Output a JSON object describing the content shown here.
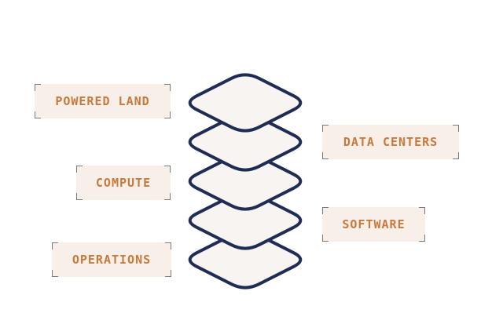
{
  "diagram": {
    "layer_count": 5,
    "colors": {
      "layer_stroke": "#1f2d55",
      "layer_fill": "#f7f4f1",
      "label_text": "#c8793c",
      "label_background": "#f8efe8",
      "bracket": "#7a7a7a"
    },
    "labels": {
      "powered_land": "POWERED LAND",
      "data_centers": "DATA CENTERS",
      "compute": "COMPUTE",
      "software": "SOFTWARE",
      "operations": "OPERATIONS"
    }
  }
}
